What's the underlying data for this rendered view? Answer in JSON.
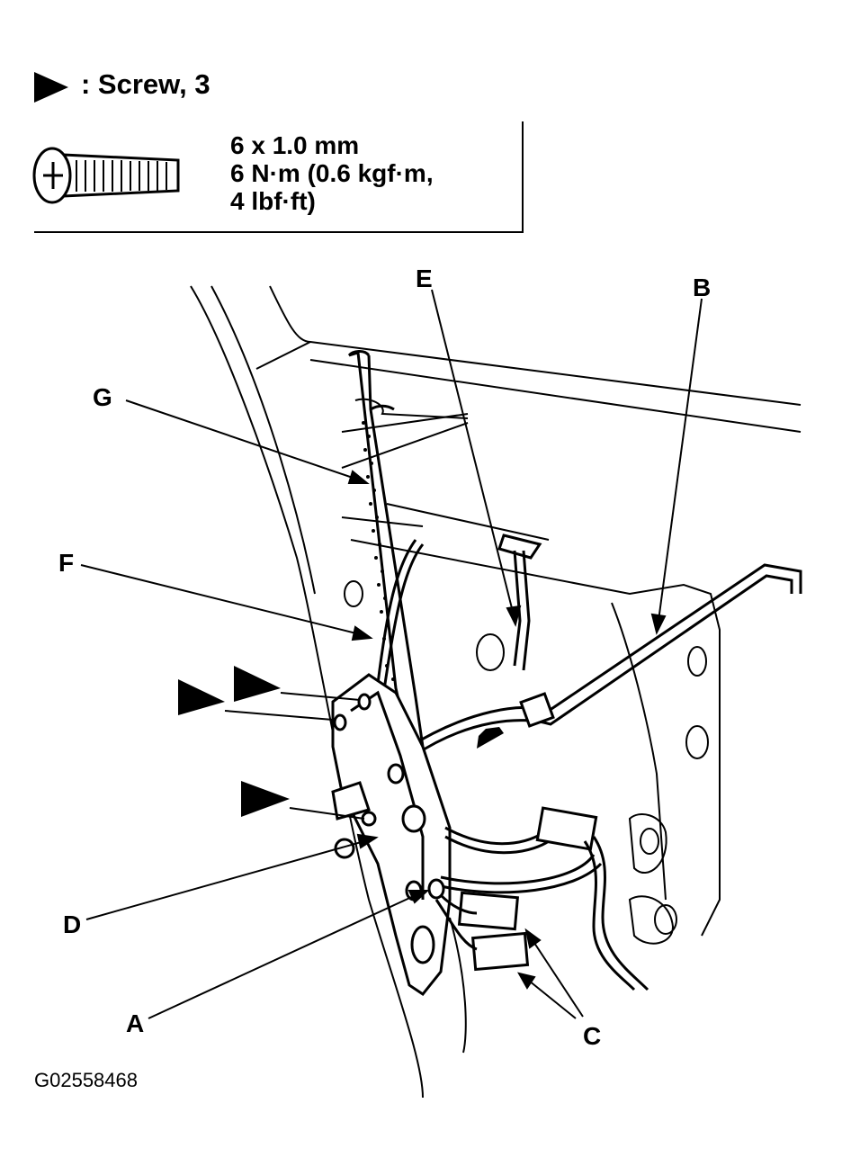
{
  "legend": {
    "symbol_icon": "triangle-pointer-icon",
    "title": ": Screw, 3"
  },
  "screw_spec": {
    "icon": "flat-head-screw-icon",
    "size": "6 x 1.0 mm",
    "torque_line1": "6 N·m (0.6 kgf·m,",
    "torque_line2": "4 lbf·ft)"
  },
  "callouts": {
    "a": "A",
    "b": "B",
    "c": "C",
    "d": "D",
    "e": "E",
    "f": "F",
    "g": "G"
  },
  "figure_id": "G02558468"
}
